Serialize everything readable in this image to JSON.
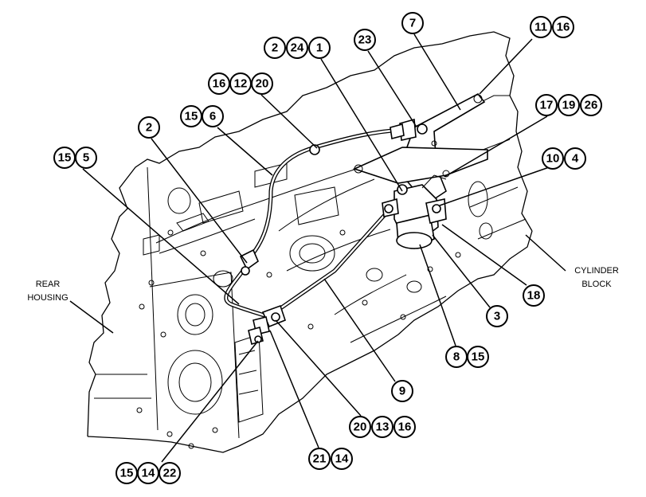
{
  "labels": {
    "rear_housing": [
      "REAR",
      "HOUSING"
    ],
    "cylinder_block": [
      "CYLINDER",
      "BLOCK"
    ]
  },
  "callouts": [
    {
      "id": "c-2-24-1",
      "numbers": [
        "2",
        "24",
        "1"
      ]
    },
    {
      "id": "c-23",
      "numbers": [
        "23"
      ]
    },
    {
      "id": "c-7",
      "numbers": [
        "7"
      ]
    },
    {
      "id": "c-11-16",
      "numbers": [
        "11",
        "16"
      ]
    },
    {
      "id": "c-16-12-20",
      "numbers": [
        "16",
        "12",
        "20"
      ]
    },
    {
      "id": "c-15-6",
      "numbers": [
        "15",
        "6"
      ]
    },
    {
      "id": "c-17-19-26",
      "numbers": [
        "17",
        "19",
        "26"
      ]
    },
    {
      "id": "c-2",
      "numbers": [
        "2"
      ]
    },
    {
      "id": "c-15-5",
      "numbers": [
        "15",
        "5"
      ]
    },
    {
      "id": "c-10-4",
      "numbers": [
        "10",
        "4"
      ]
    },
    {
      "id": "c-18",
      "numbers": [
        "18"
      ]
    },
    {
      "id": "c-3",
      "numbers": [
        "3"
      ]
    },
    {
      "id": "c-8-15",
      "numbers": [
        "8",
        "15"
      ]
    },
    {
      "id": "c-9",
      "numbers": [
        "9"
      ]
    },
    {
      "id": "c-20-13-16",
      "numbers": [
        "20",
        "13",
        "16"
      ]
    },
    {
      "id": "c-21-14",
      "numbers": [
        "21",
        "14"
      ]
    },
    {
      "id": "c-15-14-22",
      "numbers": [
        "15",
        "14",
        "22"
      ]
    }
  ]
}
